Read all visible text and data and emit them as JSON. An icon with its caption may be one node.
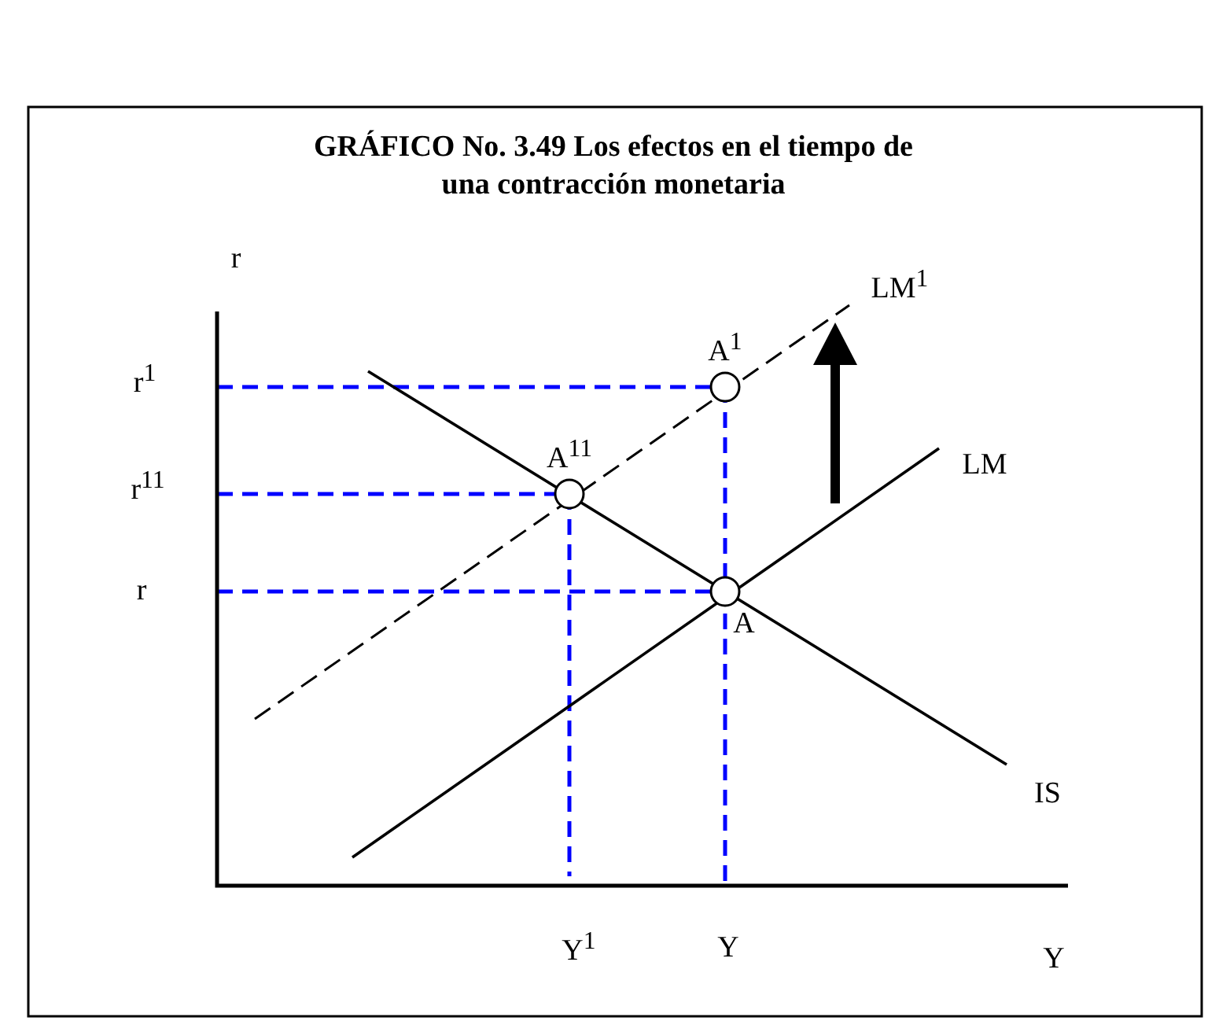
{
  "diagram": {
    "title": "GRÁFICO No. 3.49 Los efectos en el tiempo de una contracción monetaria",
    "labels": [
      "r",
      "LM$^{1}$",
      "A$^{1}$",
      "r$^{1}$",
      "A$^{11}$",
      "r$^{11}$",
      "LM",
      "r",
      "A",
      "IS",
      "Y$^{1}$",
      "Y",
      "Y"
    ]
  }
}
